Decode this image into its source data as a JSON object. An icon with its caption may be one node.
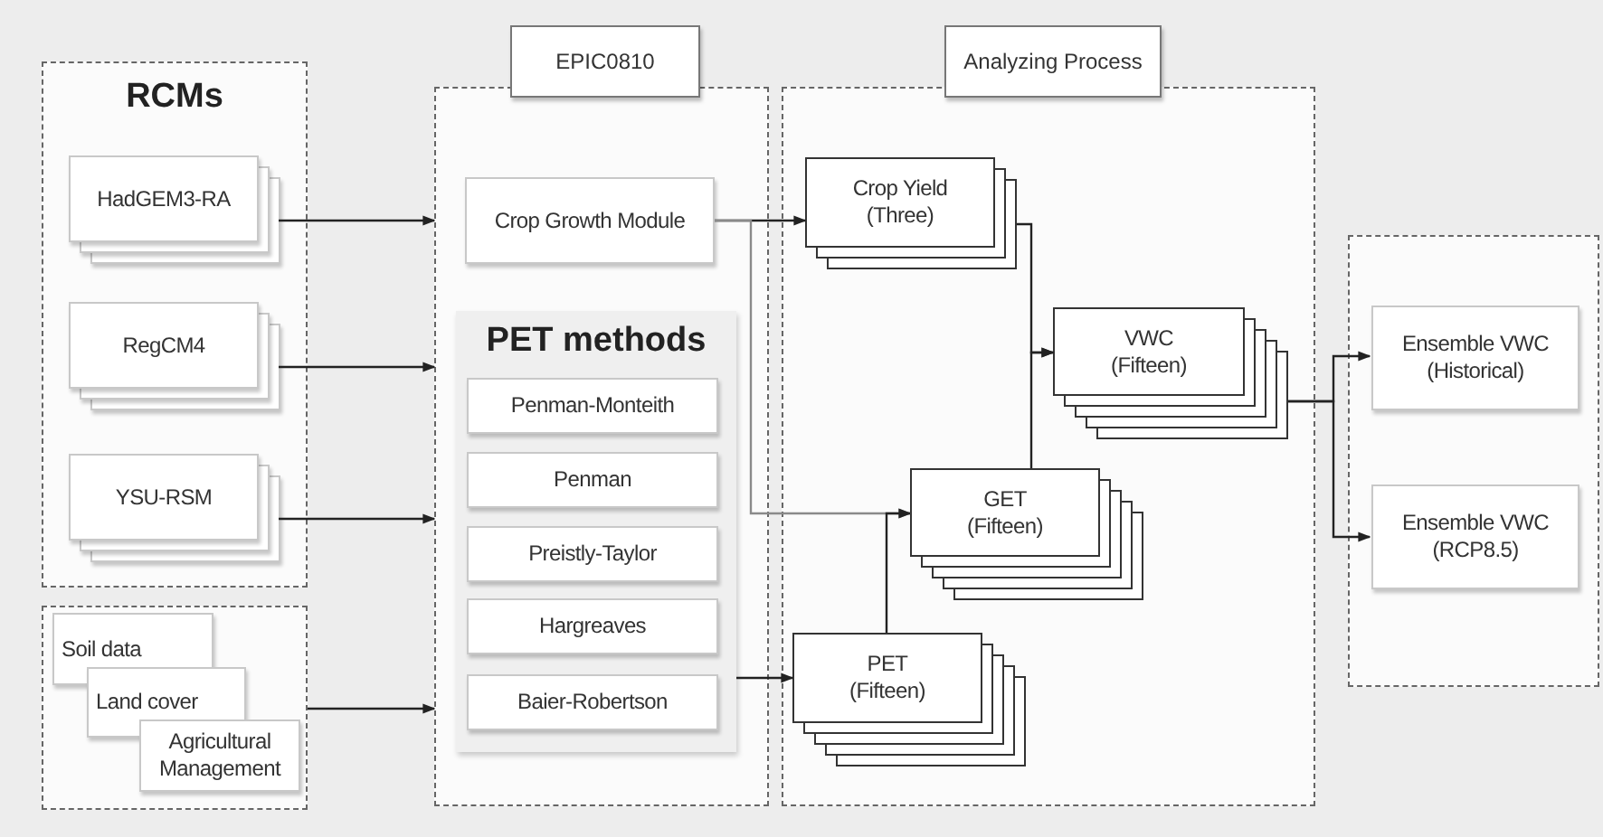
{
  "diagram": {
    "nodes": [
      {
        "text": [
          "RCMs"
        ]
      },
      {
        "text": [
          "HadGEM3-RA"
        ],
        "in": 0
      },
      {
        "text": [
          "RegCM4"
        ],
        "in": 0
      },
      {
        "text": [
          "YSU-RSM"
        ],
        "in": 0
      },
      {
        "text": [],
        "shape": "box"
      },
      {
        "text": [
          "Soil data"
        ],
        "in": 4
      },
      {
        "text": [
          "Land cover"
        ],
        "in": 4
      },
      {
        "text": [
          "Agricultural Management"
        ],
        "in": 4
      },
      {
        "text": [
          "EPIC0810"
        ]
      },
      {
        "text": [
          "Crop Growth Module"
        ],
        "in": 8
      },
      {
        "text": [
          "PET methods"
        ],
        "in": 8
      },
      {
        "text": [
          "Penman-Monteith"
        ],
        "in": 10
      },
      {
        "text": [
          "Penman"
        ],
        "in": 10
      },
      {
        "text": [
          "Preistly-Taylor"
        ],
        "in": 10
      },
      {
        "text": [
          "Hargreaves"
        ],
        "in": 10
      },
      {
        "text": [
          "Baier-Robertson"
        ],
        "in": 10
      },
      {
        "text": [
          "Analyzing Process"
        ]
      },
      {
        "text": [
          "Crop Yield",
          "(Three)"
        ],
        "in": 16
      },
      {
        "text": [
          "VWC",
          "(Fifteen)"
        ],
        "in": 16
      },
      {
        "text": [
          "GET",
          "(Fifteen)"
        ],
        "in": 16
      },
      {
        "text": [
          "PET",
          "(Fifteen)"
        ],
        "in": 16
      },
      {
        "text": [],
        "shape": "box"
      },
      {
        "text": [
          "Ensemble VWC",
          "(Historical)"
        ],
        "in": 21
      },
      {
        "text": [
          "Ensemble VWC",
          "(RCP8.5)"
        ],
        "in": 21
      }
    ],
    "edges": [
      {
        "from": 1,
        "to": 8,
        "arrow": "to"
      },
      {
        "from": 2,
        "to": 8,
        "arrow": "to"
      },
      {
        "from": 3,
        "to": 8,
        "arrow": "to"
      },
      {
        "from": 4,
        "to": 8,
        "arrow": "to"
      },
      {
        "from": 9,
        "to": 17,
        "arrow": "to"
      },
      {
        "from": 9,
        "to": 19,
        "arrow": "to",
        "color": "#8a8a8a"
      },
      {
        "from": 10,
        "to": 20,
        "arrow": "to"
      },
      {
        "from": 20,
        "to": 19,
        "arrow": "to"
      },
      {
        "from": 17,
        "to": 18,
        "arrow": "to"
      },
      {
        "from": 19,
        "to": 18,
        "arrow": "to"
      },
      {
        "from": 18,
        "to": 22,
        "arrow": "to"
      },
      {
        "from": 18,
        "to": 23,
        "arrow": "to"
      }
    ]
  }
}
